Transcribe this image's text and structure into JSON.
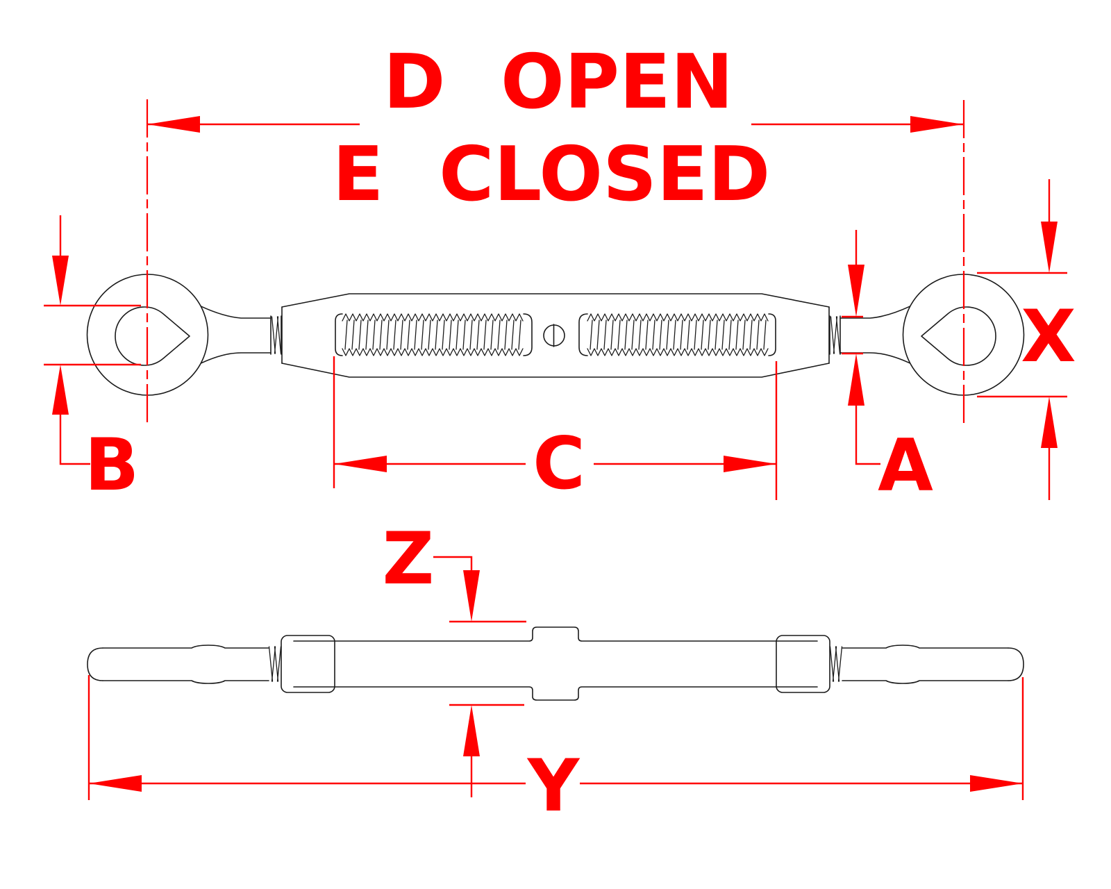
{
  "drawing": {
    "title": {
      "line1": "D OPEN",
      "line2": "E CLOSED"
    },
    "dimension_labels": {
      "b": "B",
      "c": "C",
      "a": "A",
      "x": "X",
      "z": "Z",
      "y": "Y"
    },
    "colors": {
      "dimension_red": "#FF0000",
      "line_art": "#1A1A1A",
      "background": "#FFFFFF"
    }
  }
}
